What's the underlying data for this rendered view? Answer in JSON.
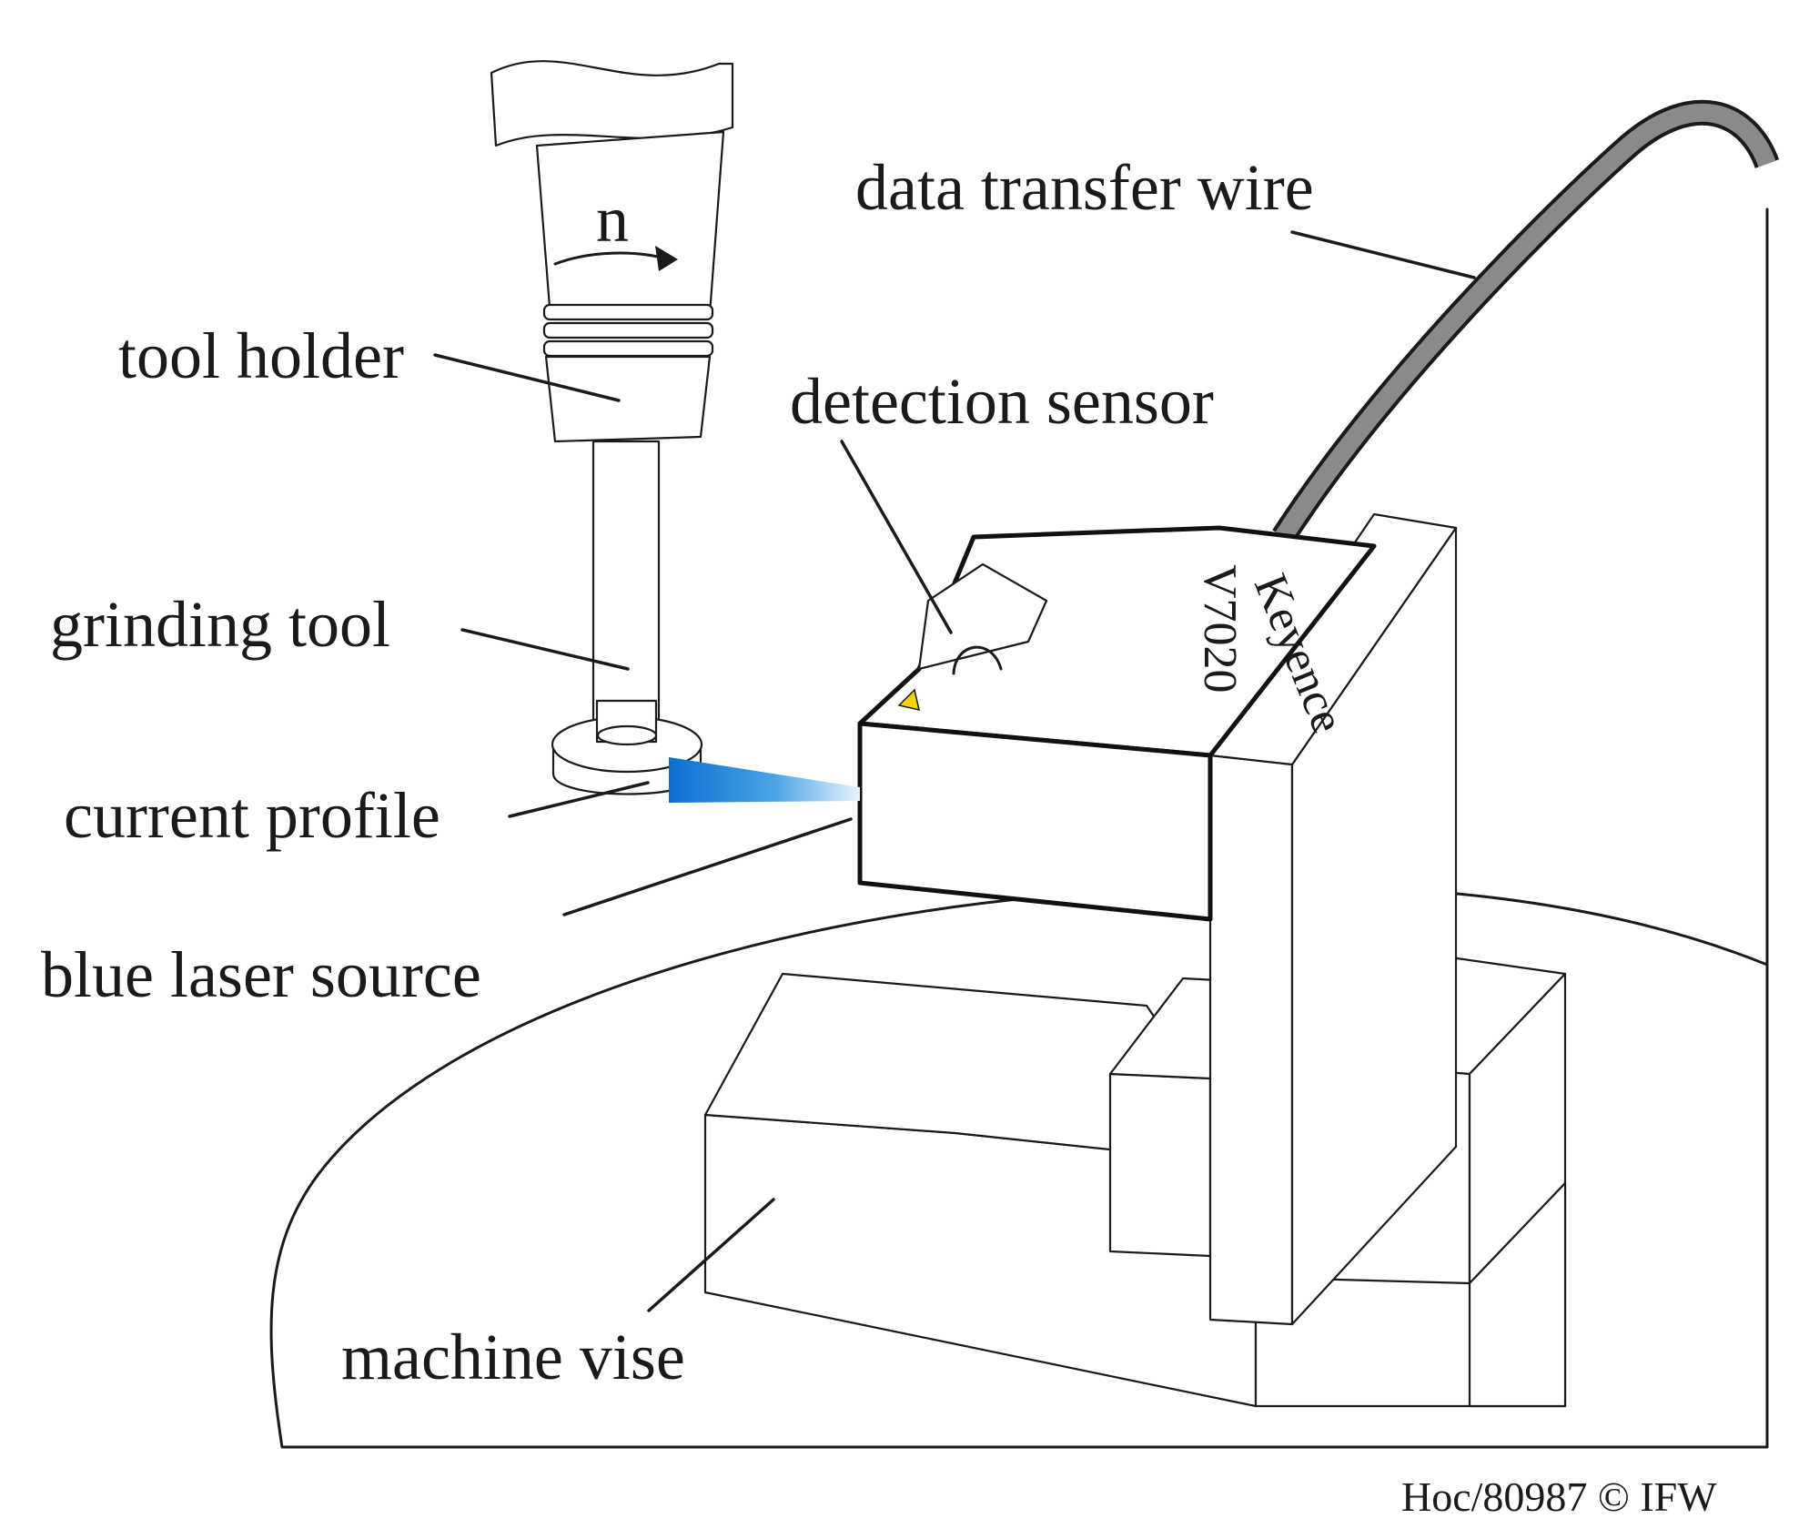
{
  "labels": {
    "data_transfer_wire": "data transfer wire",
    "tool_holder": "tool holder",
    "detection_sensor": "detection sensor",
    "grinding_tool": "grinding tool",
    "current_profile": "current profile",
    "blue_laser_source": "blue laser source",
    "machine_vise": "machine vise",
    "rotation": "n"
  },
  "sensor": {
    "brand": "Keyence",
    "model": "V7020"
  },
  "credit": "Hoc/80987 © IFW",
  "colors": {
    "laser": "#1a7fd4",
    "marker": "#f2d500",
    "wire": "#8a8a8a",
    "line": "#1a1a1a"
  }
}
